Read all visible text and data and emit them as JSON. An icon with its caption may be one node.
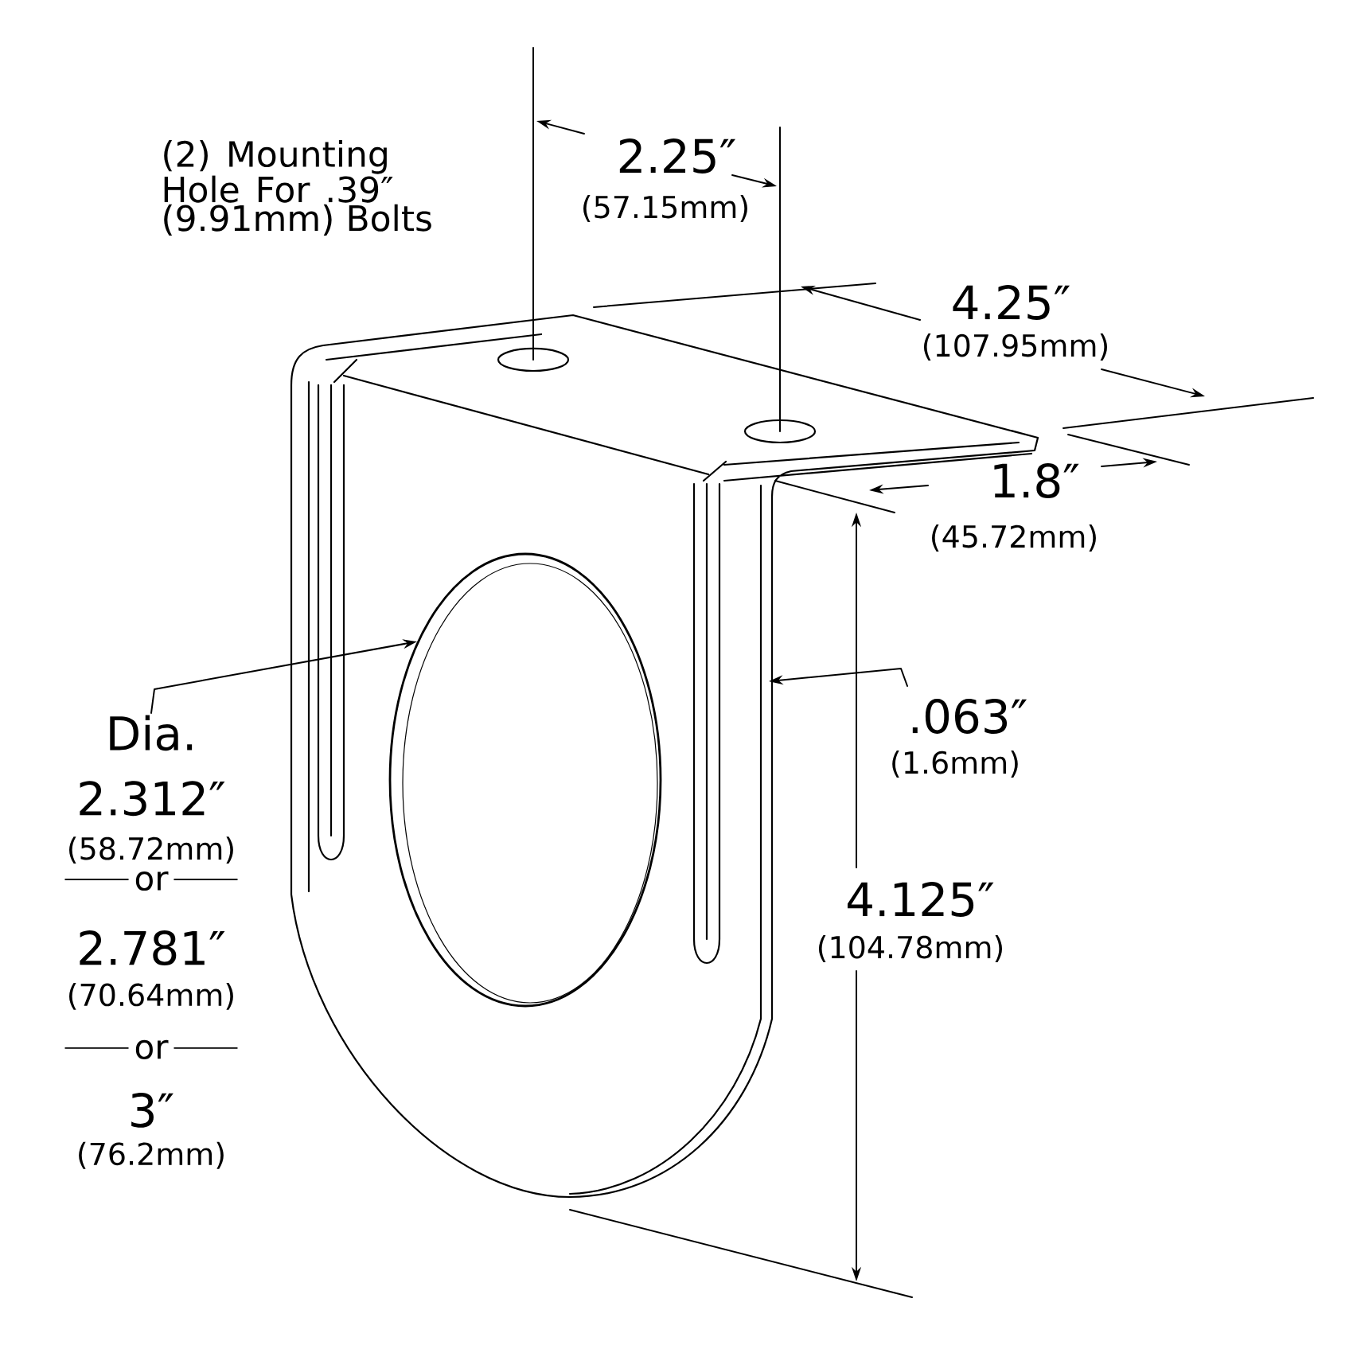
{
  "diagram": {
    "nodes": [
      {
        "text": [
          "Dia.",
          "2.312″",
          "(58.72mm)",
          "or",
          "2.781″",
          "(70.64mm)",
          "or",
          "3″",
          "(76.2mm)"
        ]
      },
      {
        "text": [],
        "shape": "circle"
      }
    ],
    "edges": [
      {
        "from": 0,
        "to": 1,
        "arrow": "to"
      }
    ],
    "labels": [
      "(2) Mounting Hole For .39″ (9.91mm) Bolts",
      "2.25″",
      "(57.15mm)",
      "4.25″",
      "(107.95mm)",
      "1.8″",
      "(45.72mm)",
      ".063″",
      "(1.6mm)",
      "4.125″",
      "(104.78mm)"
    ]
  }
}
